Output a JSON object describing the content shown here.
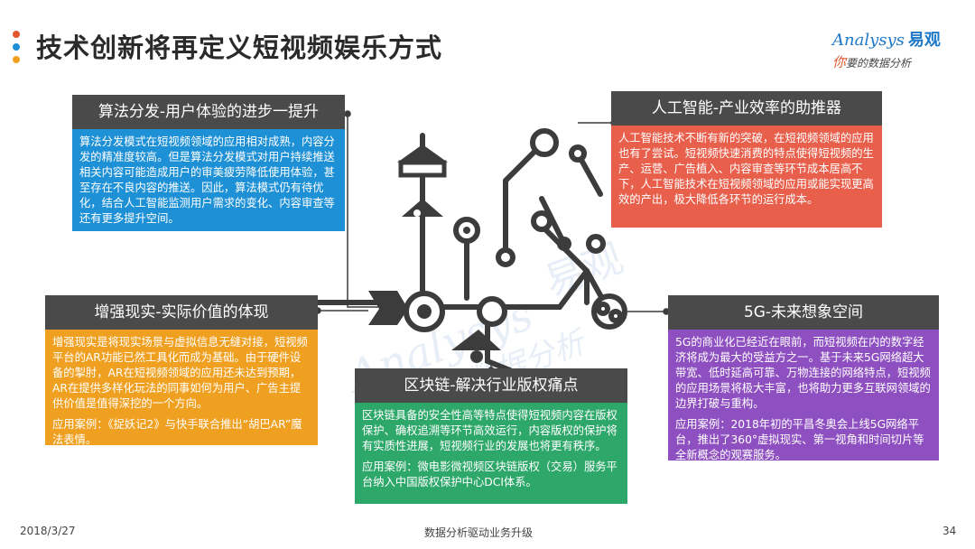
{
  "slide": {
    "title": "技术创新将再定义短视频娱乐方式",
    "bullet_colors": [
      "#e4572e",
      "#1e90d6",
      "#f0a020"
    ]
  },
  "logo": {
    "brand": "Analysys",
    "brand_cn": "易观",
    "tagline_mark": "你",
    "tagline": "要的数据分析"
  },
  "cards": {
    "algorithm": {
      "title": "算法分发-用户体验的进步一提升",
      "color": "#1e90d6",
      "body": "算法分发模式在短视频领域的应用相对成熟，内容分发的精准度较高。但是算法分发模式对用户持续推送相关内容可能造成用户的审美疲劳降低使用体验，甚至存在不良内容的推送。因此，算法模式仍有待优化，结合人工智能监测用户需求的变化、内容审查等还有更多提升空间。"
    },
    "ai": {
      "title": "人工智能-产业效率的助推器",
      "color": "#e8604c",
      "body": "人工智能技术不断有新的突破，在短视频领域的应用也有了尝试。短视频快速消费的特点使得短视频的生产、运营、广告植入、内容审查等环节成本居高不下，人工智能技术在短视频领域的应用或能实现更高效的产出，极大降低各环节的运行成本。"
    },
    "ar": {
      "title": "增强现实-实际价值的体现",
      "color": "#f0a020",
      "body": "增强现实是将现实场景与虚拟信息无缝对接，短视频平台的AR功能已然工具化而成为基础。由于硬件设备的掣肘，AR在短视频领域的应用还未达到预期，AR在提供多样化玩法的同事如何为用户、广告主提供价值是值得深挖的一个方向。",
      "case": "应用案例：《捉妖记2》与快手联合推出“胡巴AR”魔法表情。"
    },
    "blockchain": {
      "title": "区块链-解决行业版权痛点",
      "color": "#2ea86a",
      "body": "区块链具备的安全性高等特点使得短视频内容在版权保护、确权追溯等环节高效运行，内容版权的保护将有实质性进展，短视频行业的发展也将更有秩序。",
      "case": "应用案例：微电影微视频区块链版权（交易）服务平台纳入中国版权保护中心DCI体系。"
    },
    "fiveg": {
      "title": "5G-未来想象空间",
      "color": "#8e4fc0",
      "body": "5G的商业化已经近在眼前，而短视频在内的数字经济将成为最大的受益方之一。基于未来5G网络超大带宽、低时延高可靠、万物连接的网络特点，短视频的应用场景将极大丰富，也将助力更多互联网领域的边界打破与重构。",
      "case": "应用案例：2018年初的平昌冬奥会上线5G网络平台，推出了360°虚拟现实、第一视角和时间切片等全新概念的观赛服务。"
    }
  },
  "watermark": {
    "brand": "Analysys",
    "brand_cn": "易观",
    "tagline": "你要的数据分析"
  },
  "footer": {
    "date": "2018/3/27",
    "center": "数据分析驱动业务升级",
    "page": "34"
  }
}
